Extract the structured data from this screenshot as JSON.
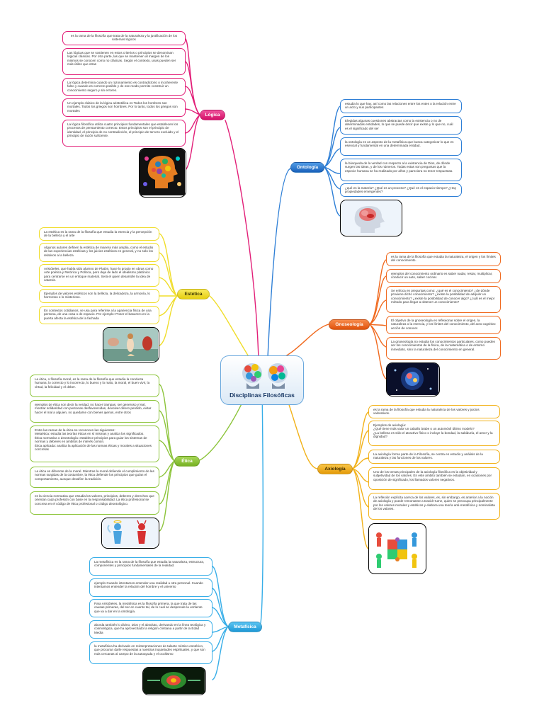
{
  "center": {
    "title": "Disciplinas Filosóficas"
  },
  "branches": {
    "logica": {
      "label": "Lógica",
      "notes": [
        "es la rama de la filosofía que trata de la naturaleza y la justificación de los sistemas lógicos",
        "Las lógicas que se sostienen en estos criterios o principios se denominan lógicas clásicas. Por otra parte, las que se mantienen al margen de los mismos se conocen como no clásicas. Según el contexto, unas pueden ser más útiles que otras",
        "La lógica determina cuándo un razonamiento es contradictorio o incoherente falso y cuando es correcto posible y de ese modo permite construir un conocimiento seguro y sin errores.",
        "Un ejemplo clásico de la lógica aristotélica es Todos los hombres son mortales. Todos los griegos son hombres. Por lo tanto, todos los griegos son mortales",
        "La lógica filosófica utiliza cuatro principios fundamentales que establecen los procesos de pensamiento correcto. Estos principios son el principio de identidad, el principio de no contradicción, el principio de tercero excluido y el principio de razón suficiente."
      ]
    },
    "ontologia": {
      "label": "Ontología",
      "notes": [
        "estudia lo que hay, así como las relaciones entre los entes o la relación entre un acto y sus participantes",
        "Elegidas algunas cuestiones abstractas como la existencia o no de determinadas entidades, lo que se puede decir que existe y lo que no, cuál es el significado del ser",
        "la ontología es un aspecto de la metafísica que busca categorizar lo que es esencial y fundamental en una determinada entidad.",
        "la búsqueda de la verdad con respecto a la existencia de Dios, de dónde surgen las ideas, y de los números. Todas estas son preguntas que la especie humana se ha realizado por años y pareciera no tener respuestas.",
        "¿qué es la materia? ¿Qué es un proceso? ¿Qué es el espacio-tiempo? ¿Hay propiedades emergentes?"
      ]
    },
    "gnoseologia": {
      "label": "Gnoseología",
      "notes": [
        "es la rama de la filosofía que estudia la naturaleza, el origen y los límites del conocimiento.",
        "ejemplos del conocimiento ordinario es saber nadar, restar, multiplicar, conducir un auto, saber cocinar.",
        "Se enfoca en preguntas como: ¿qué es el conocimiento? ¿de dónde proviene dicho conocimiento? ¿existe la posibilidad de adquirir un conocimiento? ¿existe la posibilidad de conocer algo? ¿cuál es el mejor método para llegar a obtener un conocimiento?",
        "El objetivo de la gnoseología es reflexionar sobre el origen, la naturaleza o la esencia, y los límites del conocimiento, del acto cognitivo acción de conocer.",
        "La gnoseología no estudia los conocimientos particulares, como pueden ser los conocimientos de la física, de la matemática o de entorno inmediato, sino la naturaleza del conocimiento en general."
      ]
    },
    "axiologia": {
      "label": "Axiología",
      "notes": [
        "es la rama de la filosofía que estudia la naturaleza de los valores y juicios valorativos.",
        "Ejemplos de axiología:\n¿Qué tiene más valor un caballo árabe o un automóvil último modelo?\n¿La belleza es sólo el atractivo físico o incluye la bondad, la sabiduría, el amor y la dignidad?",
        "La axiología forma parte de la Filosofía, se centra en estudio y análisis de la naturaleza y las funciones de los valores.",
        "Uno de los temas principales de la axiología filosófica es la objetividad y subjetividad de los valores. En este ámbito también se estudian, en ocasiones por oposición de significado, los llamados valores negativos.",
        "La reflexión explícita acerca de los valores, es, sin embargo, es anterior a la noción de axiología y puede remontarse a David Hume, quien se preocupa principalmente por los valores morales y estéticos y elabora una teoría anti-metafísica y nominalista de los valores."
      ]
    },
    "estetica": {
      "label": "Estética",
      "notes": [
        "La estética es la rama de la filosofía que estudia la esencia y la percepción de la belleza y el arte",
        "Algunos autores definen la estética de manera más amplia, como el estudio de las experiencias estéticas y los juicios estéticos en general, y no solo los relativos a la belleza",
        "Aristóteles, que había sido alumno de Platón, hace lo propio en obras como Arte poética y Retórica y Política, pero deja de lado el idealismo platónico para centrarse en un enfoque material. Será el quien desarrolle la idea de catarsis.",
        "Ejemplos de valores estéticos son la belleza, la delicadeza, la armonía, lo horroroso o lo misterioso.",
        "En contextos cotidianos, se usa para referirse a la apariencia física de una persona, de una cosa o de espacio. Por ejemplo: Poner el basurero en la puerta afecta la estética de la fachada"
      ]
    },
    "etica": {
      "label": "Ética",
      "notes": [
        "La ética, o filosofía moral, es la rama de la filosofía que estudia la conducta humana, lo correcto y lo incorrecto, lo bueno y lo malo, la moral, el buen vivir, la virtud, la felicidad y el deber.",
        "ejemplos de ética son decir la verdad, no hacer trampas, ser generoso y leal, mostrar solidaridad con personas desfavorecidas, devolver dinero perdido, evitar hacer el mal a alguien, no quedarse con bienes ajenos, entre otros",
        "Entre las ramas de la ética se reconocen las siguientes:\nMetaética: estudia las teorías éticas en sí mismas y analiza los significados.\nÉtica normativa o deontología: establece principios para guiar los sistemas de normas y deberes en ámbitos de interés común.\nÉtica aplicada: analiza la aplicación de las normas éticas y morales a situaciones concretas",
        "La ética es diferente de la moral. Mientras la moral defiende el cumplimiento de las normas surgidas de la costumbre, la ética defiende los principios que guían el comportamiento, aunque desafíen la tradición.",
        "es la ciencia normativa que estudia los valores, principios, deberes y derechos que orientan cada profesión con base en la responsabilidad. La ética profesional se concreta en el código de ética profesional o código deontológico."
      ]
    },
    "metafisica": {
      "label": "Metafísica",
      "notes": [
        "La metafísica es la rama de la filosofía que estudia la naturaleza, estructura, componentes y principios fundamentales de la realidad.",
        "ejemplo Cuando intentamos entender una realidad u otra personal. Cuando intentamos entender la relación del hombre y el universo",
        "Para Aristóteles, la metafísica es la filosofía primera, la que trata de las causas primeras, del ser en cuanto tal, de lo cual se desprende la vertiente que va a dar en la ontología.",
        "aborda también lo divino, Dios y el absoluto, derivando en la línea teológica y cosmológica, que ha aprovechado la religión cristiana a partir de la Edad Media",
        "la metafísica ha derivado en reinterpretaciones de talante místico-esotérico, que procuran darle respuestas a nuestras inquietudes espirituales, y que son más cercanas al campo de la autoayuda y el ocultismo"
      ]
    }
  },
  "icons": {
    "center": "two-colorful-brains-icon",
    "logica": "colorful-head-icon",
    "ontologia": "brain-in-head-icon",
    "gnoseologia": "glowing-brain-icon",
    "axiologia": "puzzle-people-icon",
    "estetica": "renaissance-painting-icon",
    "etica": "angel-devil-icon",
    "metafisica": "neon-brain-icon"
  },
  "colors": {
    "logica": "#e21f78",
    "ontologia": "#2e7fd6",
    "gnoseologia": "#f0691e",
    "axiologia": "#f2b21a",
    "estetica": "#f0dd2a",
    "etica": "#8cc43a",
    "metafisica": "#37aee8"
  }
}
